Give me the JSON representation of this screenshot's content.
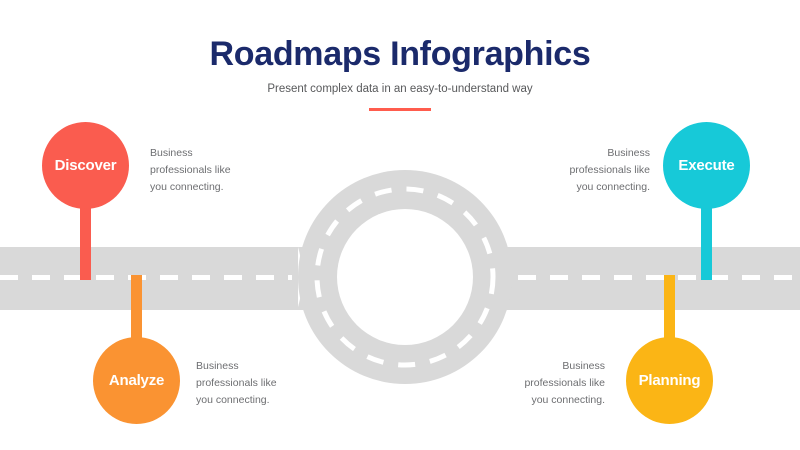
{
  "header": {
    "title": "Roadmaps Infographics",
    "subtitle": "Present complex data in an easy-to-understand way",
    "divider_color": "#ff5c4d",
    "title_color": "#1b2a6b"
  },
  "theme": {
    "background": "#ffffff",
    "road_color": "#d9d9d9",
    "road_marking_color": "#ffffff",
    "body_text_color": "#6d6e71"
  },
  "milestones": [
    {
      "id": "discover",
      "label": "Discover",
      "color": "#fa5c4f",
      "position": "top-left",
      "description": "Business professionals like you connecting."
    },
    {
      "id": "analyze",
      "label": "Analyze",
      "color": "#fa9332",
      "position": "bottom-left",
      "description": "Business professionals like you connecting."
    },
    {
      "id": "execute",
      "label": "Execute",
      "color": "#17c9d8",
      "position": "top-right",
      "description": "Business professionals like you connecting."
    },
    {
      "id": "planning",
      "label": "Planning",
      "color": "#fbb515",
      "position": "bottom-right",
      "description": "Business professionals like you connecting."
    }
  ]
}
